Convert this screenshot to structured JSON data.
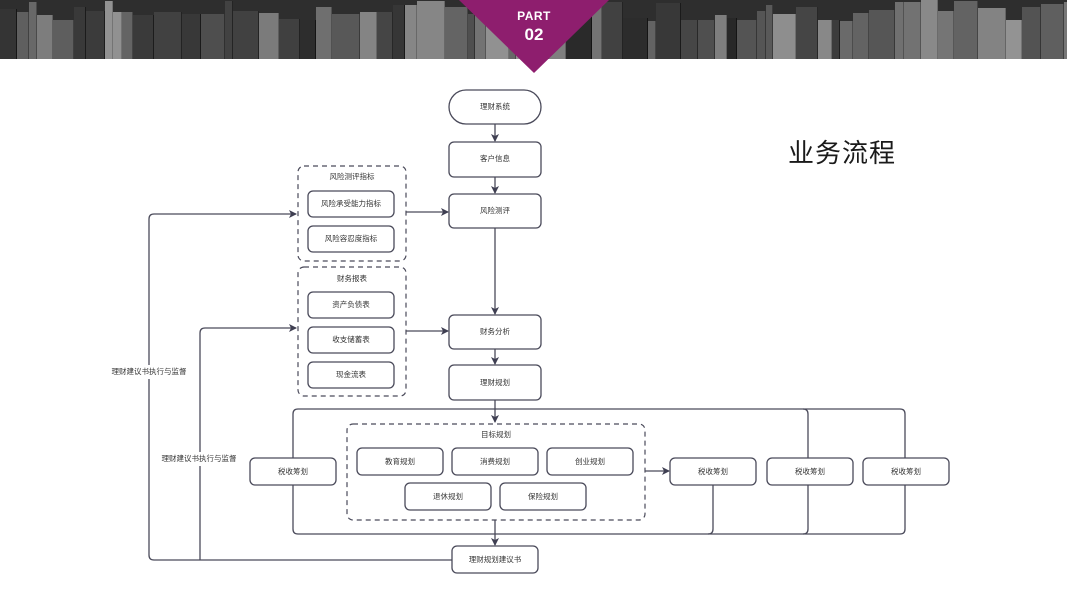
{
  "header": {
    "part_label": "PART",
    "part_number": "02",
    "accent_color": "#8e1e6e"
  },
  "title": "业务流程",
  "diagram": {
    "nodes": {
      "start": "理财系统",
      "customer_info": "客户信息",
      "risk_assessment": "风险测评",
      "financial_analysis": "财务分析",
      "financial_planning": "理财规划",
      "tax_planning_left": "税收筹划",
      "tax_planning_1": "税收筹划",
      "tax_planning_2": "税收筹划",
      "tax_planning_3": "税收筹划",
      "proposal": "理财规划建议书"
    },
    "groups": {
      "risk_indicators": {
        "title": "风险测评指标",
        "items": [
          "风险承受能力指标",
          "风险容忍度指标"
        ]
      },
      "financial_statements": {
        "title": "财务报表",
        "items": [
          "资产负债表",
          "收支储蓄表",
          "现金流表"
        ]
      },
      "goal_planning": {
        "title": "目标规划",
        "items": [
          "教育规划",
          "消费规划",
          "创业规划",
          "退休规划",
          "保险规划"
        ]
      }
    },
    "feedback_labels": {
      "outer": "理财建议书执行与监督",
      "inner": "理财建议书执行与监督"
    }
  }
}
